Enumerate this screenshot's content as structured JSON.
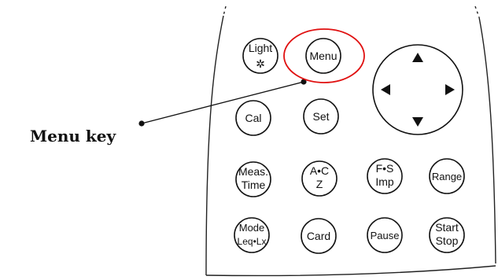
{
  "callout": {
    "label": "Menu key",
    "highlight_color": "#e01010"
  },
  "keys": {
    "light": {
      "line1": "Light",
      "icon": "sun-icon"
    },
    "menu": "Menu",
    "cal": "Cal",
    "set": "Set",
    "meas_time": {
      "line1": "Meas.",
      "line2": "Time"
    },
    "ac_z": {
      "line1": "A•C",
      "line2": "Z"
    },
    "fs_imp": {
      "line1": "F•S",
      "line2": "Imp"
    },
    "range": "Range",
    "mode": {
      "line1": "Mode",
      "line2": "Leq•Lx"
    },
    "card": "Card",
    "pause": "Pause",
    "start_stop": {
      "line1": "Start",
      "line2": "Stop"
    }
  },
  "dpad": {
    "up_icon": "triangle-up-icon",
    "down_icon": "triangle-down-icon",
    "left_icon": "triangle-left-icon",
    "right_icon": "triangle-right-icon"
  }
}
